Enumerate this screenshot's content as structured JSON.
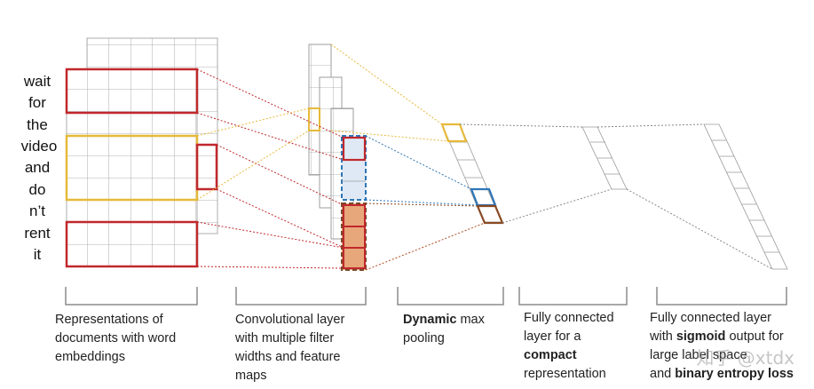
{
  "words": [
    "wait",
    "for",
    "the",
    "video",
    "and",
    "do",
    "n’t",
    "rent",
    "it"
  ],
  "captions": {
    "embeddings": {
      "line1": "Representations of",
      "line2": "documents with word",
      "line3": "embeddings"
    },
    "conv": {
      "line1": "Convolutional layer",
      "line2": "with multiple filter",
      "line3": "widths and feature",
      "line4": "maps"
    },
    "pooling": {
      "bold": "Dynamic",
      "rest": " max",
      "line2": "pooling"
    },
    "fc_compact": {
      "line1": "Fully connected",
      "line2": "layer for a",
      "line3": "compact",
      "line4": "representation"
    },
    "fc_output": {
      "line1": "Fully connected layer",
      "line2_pre": "with ",
      "line2_bold": "sigmoid",
      "line2_post": " output for",
      "line3": "large label space",
      "line4_pre": "and ",
      "line4_bold": "binary entropy loss"
    }
  },
  "watermark": "知乎 @xtdx",
  "colors": {
    "red": "#c0282d",
    "yellow": "#e6b93a",
    "blue": "#2e75b6",
    "orange_fill": "#e8a77a",
    "orange_stroke": "#b24a1c",
    "grid": "#999999"
  }
}
